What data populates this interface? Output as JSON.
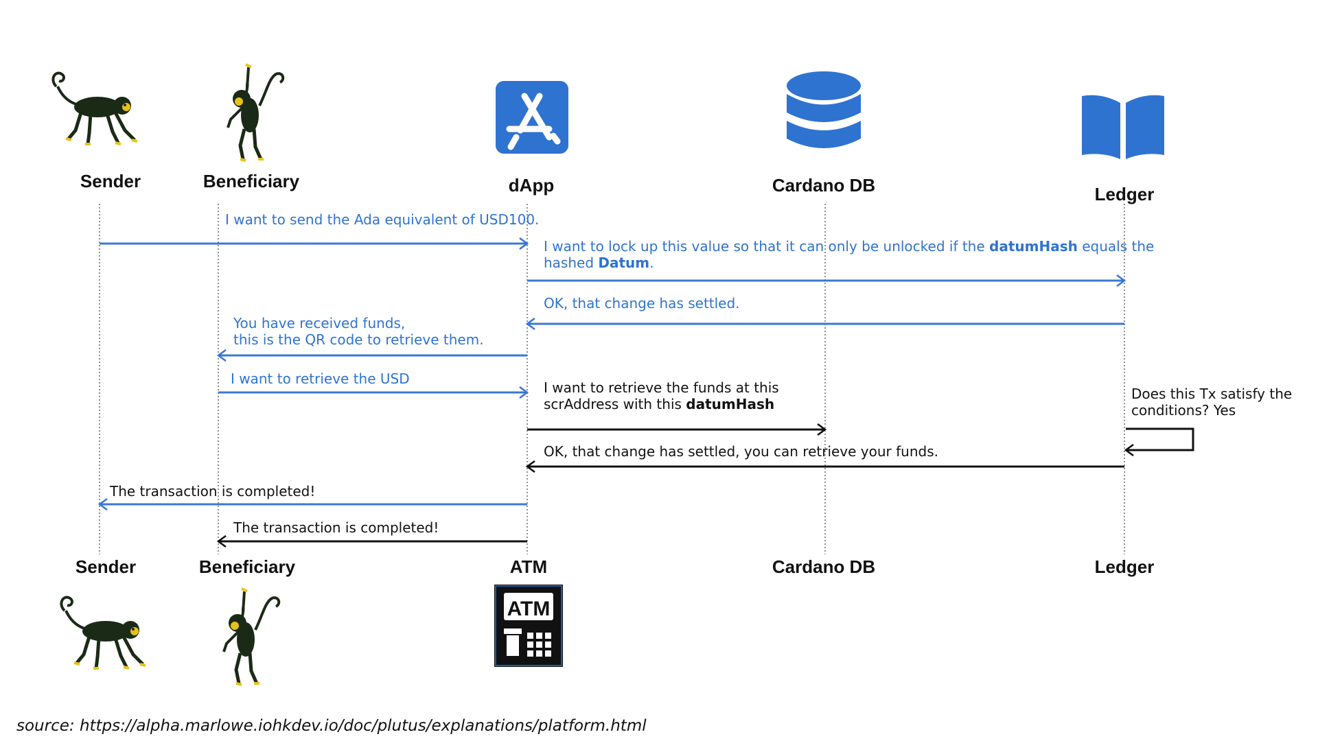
{
  "top_actors": {
    "sender": "Sender",
    "beneficiary": "Beneficiary",
    "dapp": "dApp",
    "cardano_db": "Cardano DB",
    "ledger": "Ledger"
  },
  "bottom_actors": {
    "sender": "Sender",
    "beneficiary": "Beneficiary",
    "atm": "ATM",
    "cardano_db": "Cardano DB",
    "ledger": "Ledger"
  },
  "atm_icon_text": "ATM",
  "messages": {
    "m1": "I want to send the Ada equivalent of USD100.",
    "m2_line1_a": "I want to lock up this value so that it can only be unlocked if the ",
    "m2_line1_b": "datumHash",
    "m2_line1_c": " equals the",
    "m2_line2_a": "hashed ",
    "m2_line2_b": "Datum",
    "m2_line2_c": ".",
    "m3": "OK, that change has settled.",
    "m4_line1": "You have received funds,",
    "m4_line2": "this is the QR code to retrieve them.",
    "m5": "I want to retrieve the USD",
    "m6_line1": "I want to retrieve the funds at this",
    "m6_line2_a": "scrAddress with this ",
    "m6_line2_b": "datumHash",
    "m7_line1": "Does this Tx satisfy the",
    "m7_line2": "conditions? Yes",
    "m8": "OK, that change has settled, you can retrieve your funds.",
    "m9": "The transaction is completed!",
    "m10": "The transaction is completed!"
  },
  "source": "source: https://alpha.marlowe.iohkdev.io/doc/plutus/explanations/platform.html",
  "colors": {
    "blue_arrow": "#3b78d2",
    "blue_text": "#2f73d1",
    "icon_blue": "#2f73d1",
    "monkey_body": "#1b2a17",
    "monkey_accent": "#e6c21a"
  }
}
